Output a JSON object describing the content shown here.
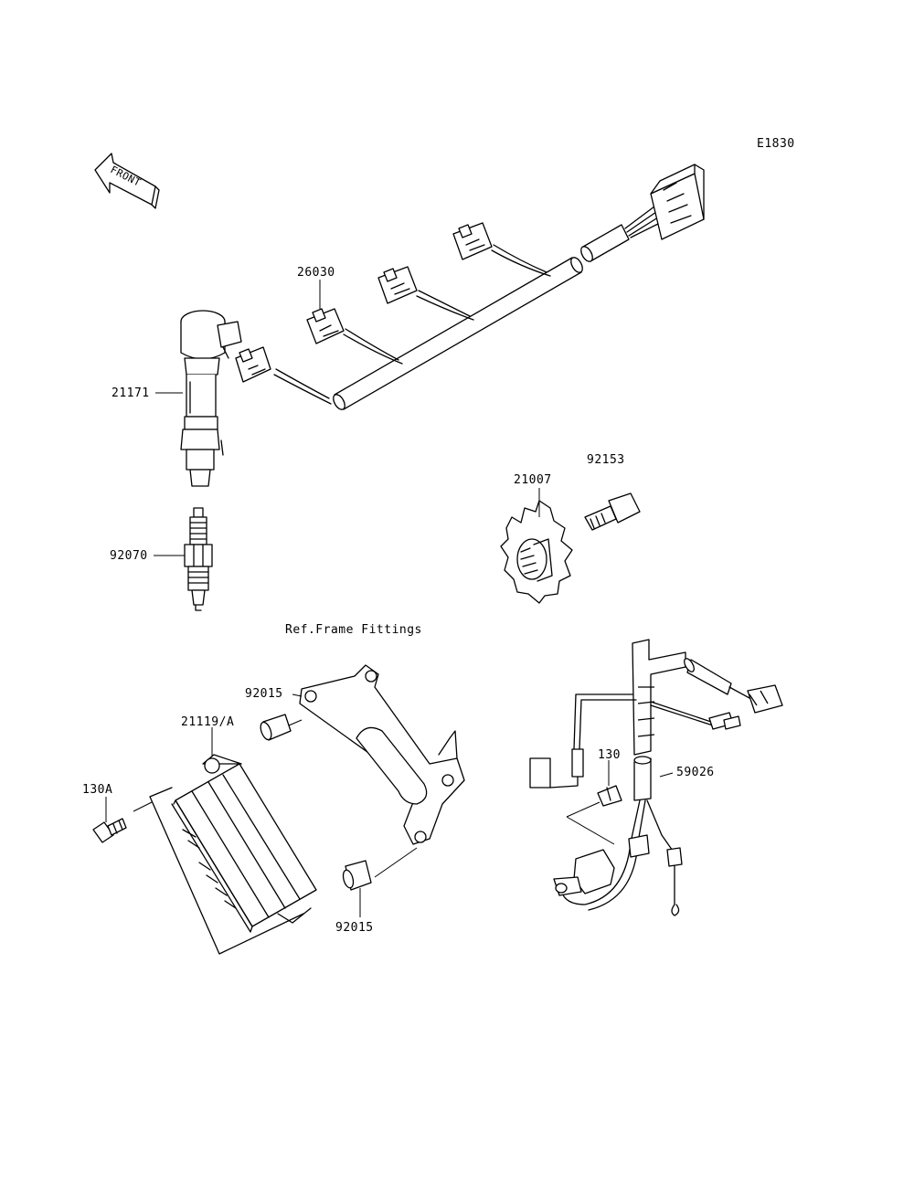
{
  "diagram_code": "E1830",
  "front_label": "FRONT",
  "reference_note": "Ref.Frame Fittings",
  "part_labels": {
    "coil_harness": "26030",
    "ignition_coil": "21171",
    "spark_plug": "92070",
    "bolt_pickup": "92153",
    "timing_rotor": "21007",
    "collar_upper": "92015",
    "collar_lower": "92015",
    "igniter": "21119/A",
    "bolt_igniter": "130A",
    "bolt_sensor": "130",
    "sensor_harness": "59026"
  }
}
